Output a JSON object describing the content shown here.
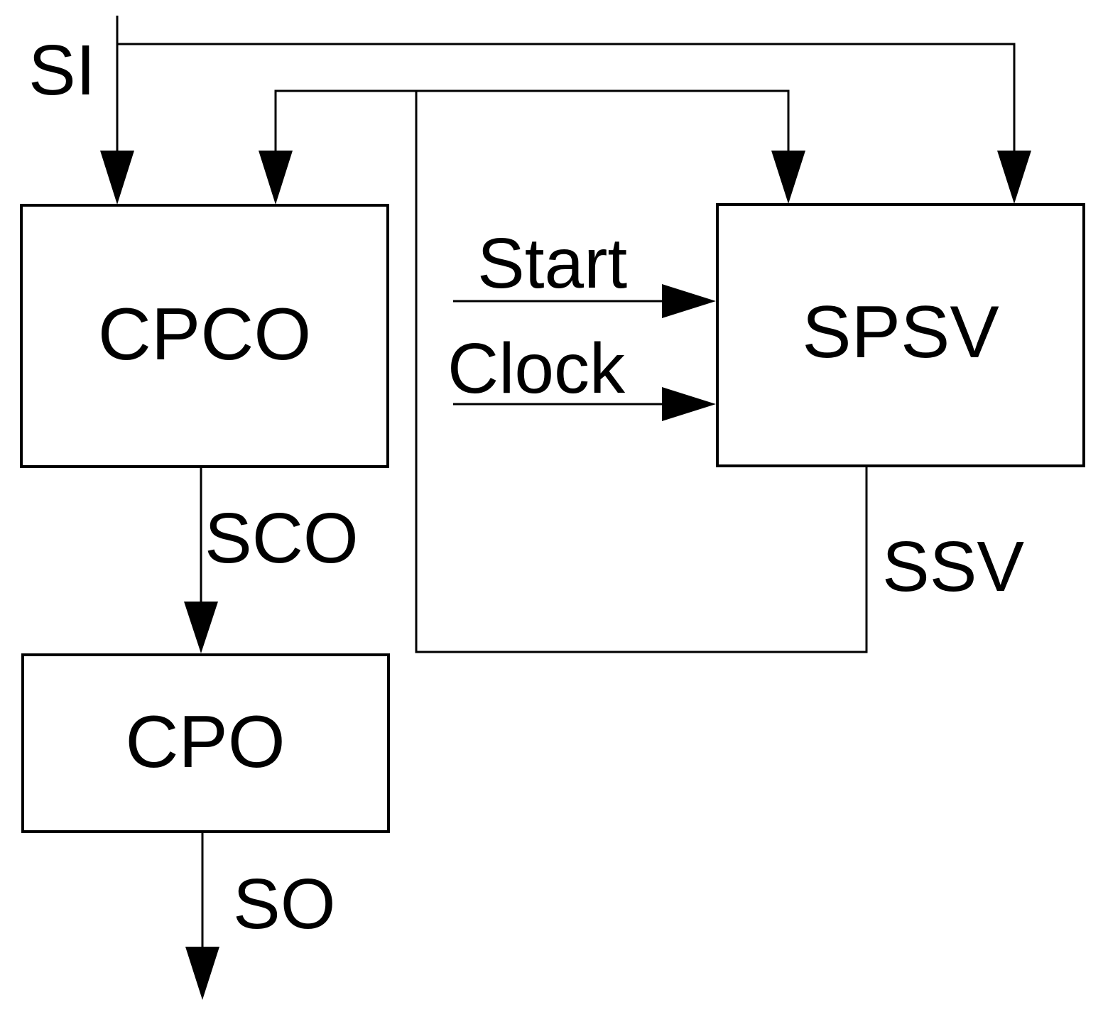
{
  "blocks": {
    "cpco": "CPCO",
    "spsv": "SPSV",
    "cpo": "CPO"
  },
  "signals": {
    "si": "SI",
    "start": "Start",
    "clock": "Clock",
    "sco": "SCO",
    "ssv": "SSV",
    "so": "SO"
  },
  "colors": {
    "stroke": "#000000",
    "background": "#ffffff"
  }
}
